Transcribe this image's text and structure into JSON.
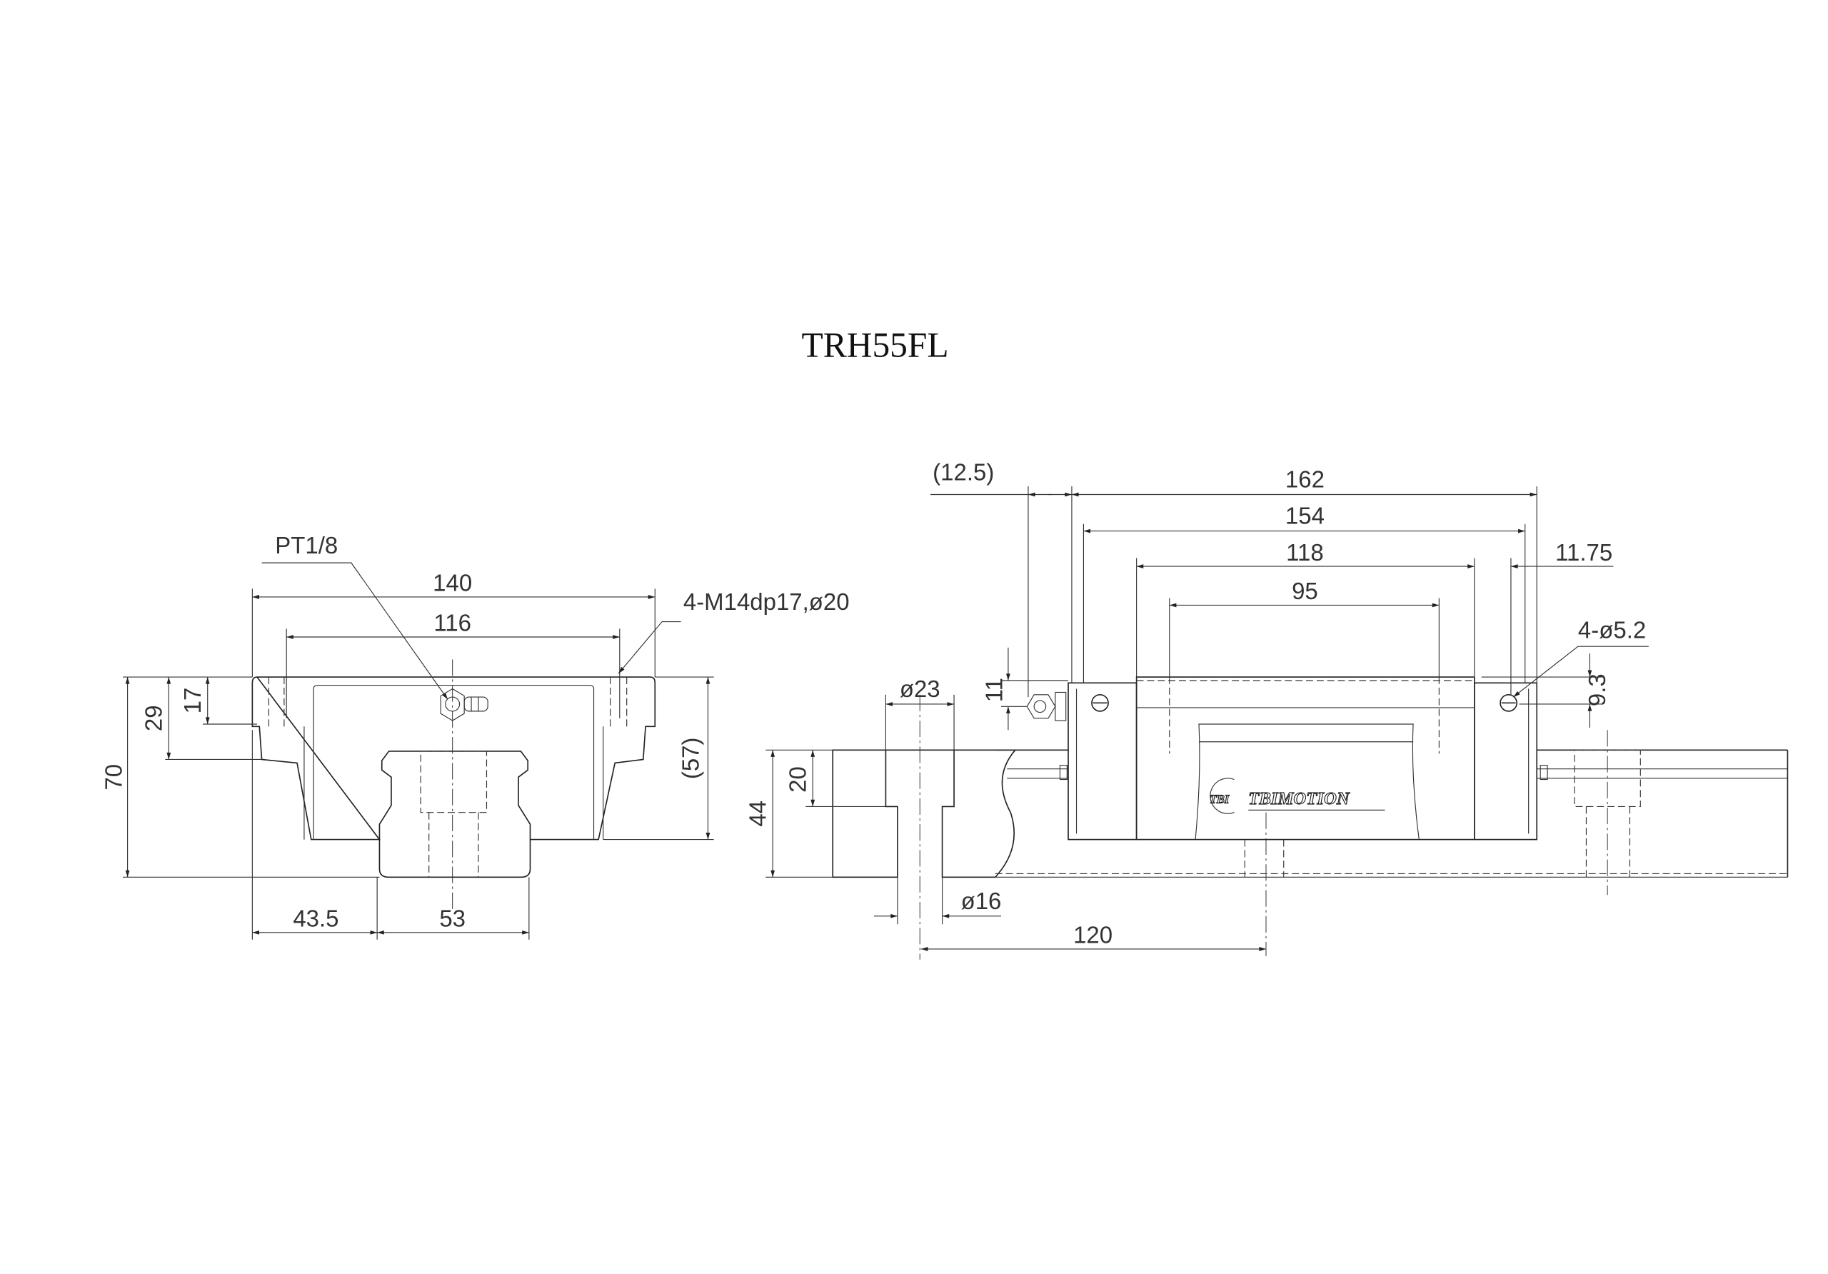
{
  "title": "TRH55FL",
  "front_view": {
    "grease_label": "PT1/8",
    "mount_hole_label": "4-M14dp17,ø20",
    "dims": {
      "width_total": "140",
      "width_holes": "116",
      "height_total": "70",
      "h29": "29",
      "h17": "17",
      "h57": "(57)",
      "offset_43_5": "43.5",
      "rail_width": "53"
    }
  },
  "side_view": {
    "brand": "TBIMOTION",
    "brand_mark": "TBI",
    "dims": {
      "nipple": "(12.5)",
      "length_162": "162",
      "length_154": "154",
      "length_118": "118",
      "pitch_95": "95",
      "end_11_75": "11.75",
      "hole_label": "4-ø5.2",
      "h9_3": "9.3",
      "h11": "11",
      "cb_dia": "ø23",
      "hole_dia": "ø16",
      "rail_pitch": "120",
      "rail_height": "44",
      "cb_depth": "20"
    }
  }
}
